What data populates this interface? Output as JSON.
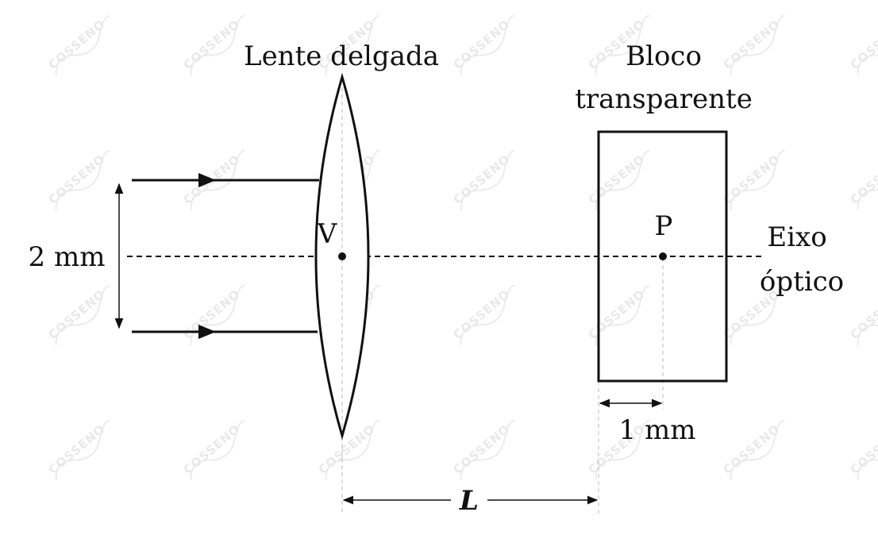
{
  "labels": {
    "lens": "Lente delgada",
    "block_line1": "Bloco",
    "block_line2": "transparente",
    "vertex": "V",
    "point": "P",
    "axis_line1": "Eixo",
    "axis_line2": "óptico",
    "beam_width": "2 mm",
    "offset": "1 mm",
    "distance": "L"
  },
  "watermark": {
    "text": "COSSENO"
  }
}
